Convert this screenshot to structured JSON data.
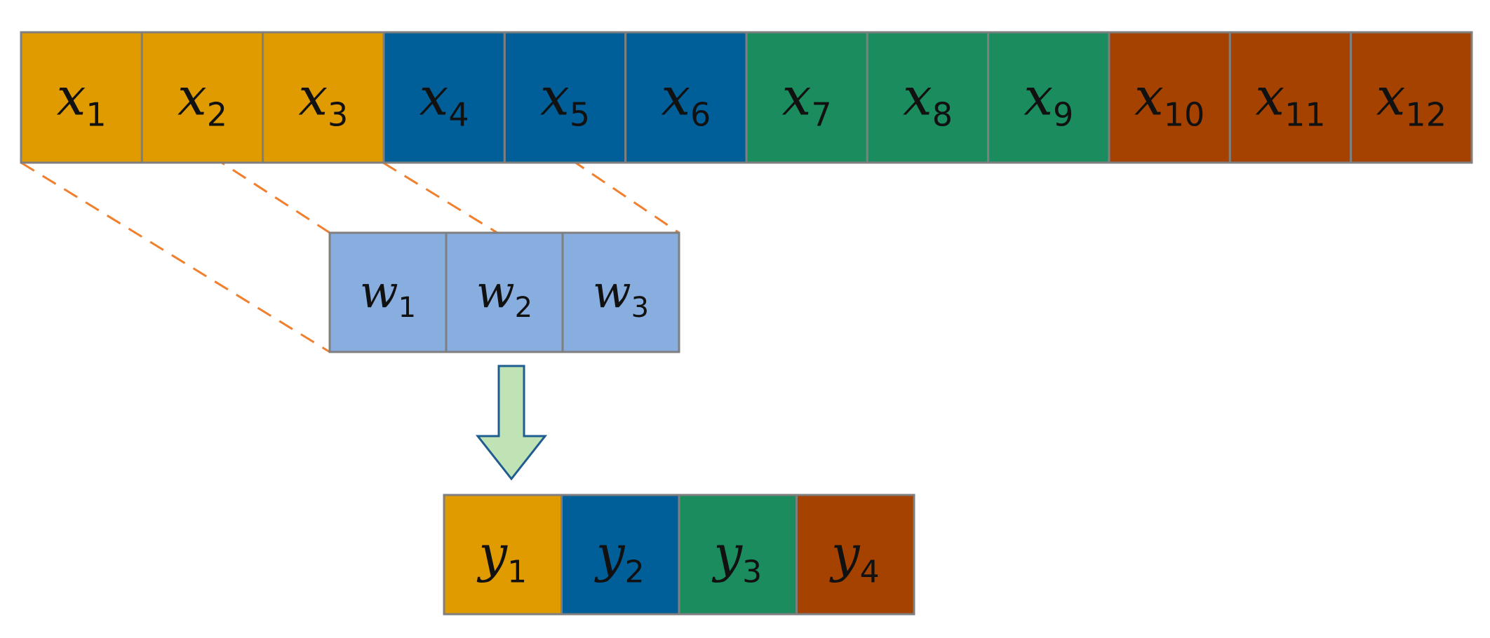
{
  "colors": {
    "orange": "#e09b00",
    "blue": "#005f99",
    "green": "#1a8c5e",
    "rust": "#a64200",
    "weight": "#87aede",
    "guide": "#f07f2e",
    "arrow_fill": "#bfe3b4",
    "arrow_stroke": "#1f5c8f"
  },
  "input": {
    "symbol": "x",
    "cells": [
      {
        "sub": "1",
        "color": "orange"
      },
      {
        "sub": "2",
        "color": "orange"
      },
      {
        "sub": "3",
        "color": "orange"
      },
      {
        "sub": "4",
        "color": "blue"
      },
      {
        "sub": "5",
        "color": "blue"
      },
      {
        "sub": "6",
        "color": "blue"
      },
      {
        "sub": "7",
        "color": "green"
      },
      {
        "sub": "8",
        "color": "green"
      },
      {
        "sub": "9",
        "color": "green"
      },
      {
        "sub": "10",
        "color": "rust"
      },
      {
        "sub": "11",
        "color": "rust"
      },
      {
        "sub": "12",
        "color": "rust"
      }
    ]
  },
  "kernel": {
    "symbol": "w",
    "cells": [
      {
        "sub": "1",
        "color": "weight"
      },
      {
        "sub": "2",
        "color": "weight"
      },
      {
        "sub": "3",
        "color": "weight"
      }
    ]
  },
  "output": {
    "symbol": "y",
    "cells": [
      {
        "sub": "1",
        "color": "orange"
      },
      {
        "sub": "2",
        "color": "blue"
      },
      {
        "sub": "3",
        "color": "green"
      },
      {
        "sub": "4",
        "color": "rust"
      }
    ]
  },
  "arrow_icon": "down-arrow-icon"
}
